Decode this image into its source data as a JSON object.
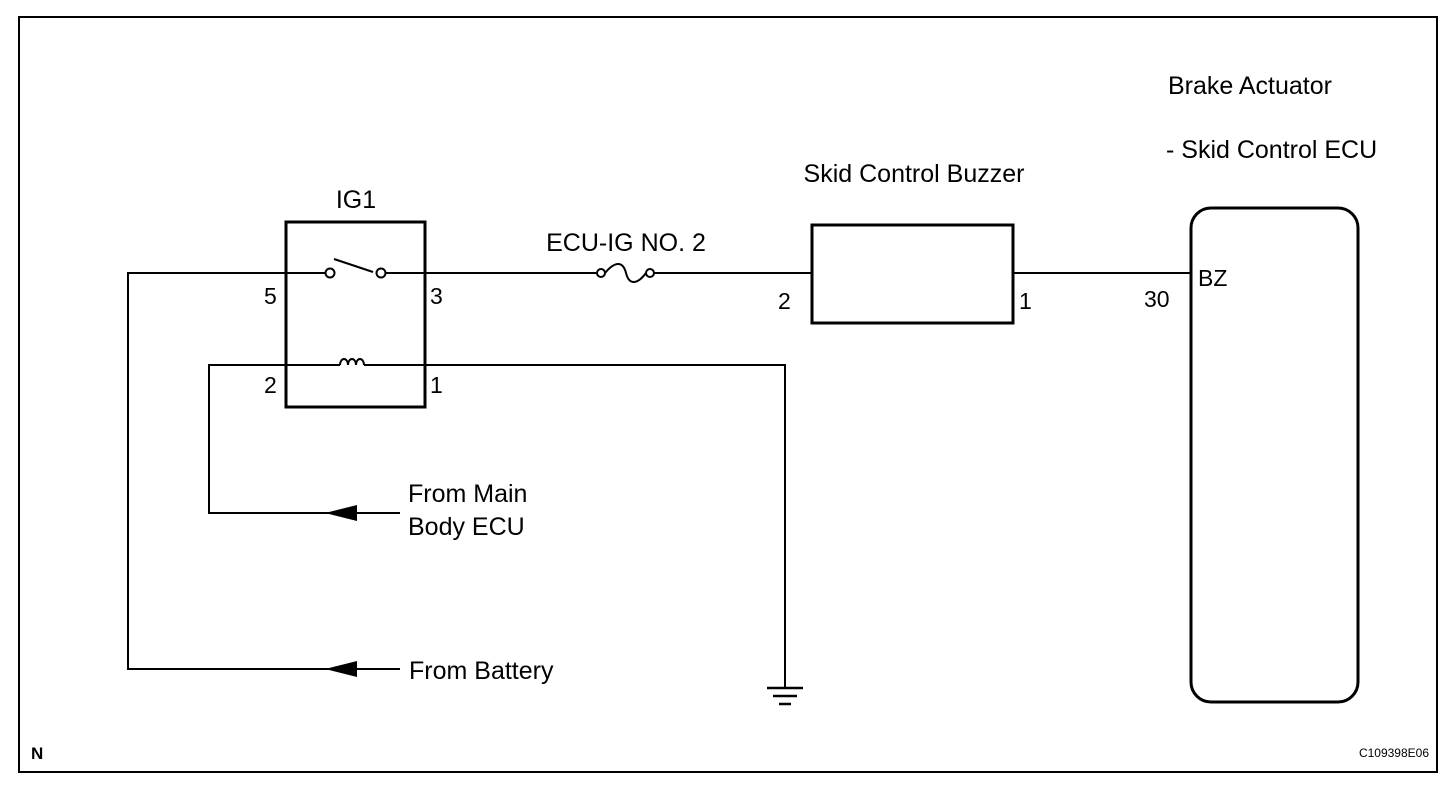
{
  "diagram": {
    "corner_letter": "N",
    "figure_code": "C109398E06",
    "relay": {
      "name": "IG1",
      "pins": {
        "p5": "5",
        "p3": "3",
        "p2": "2",
        "p1": "1"
      }
    },
    "fuse": {
      "name": "ECU-IG NO. 2"
    },
    "buzzer": {
      "name": "Skid Control Buzzer",
      "pins": {
        "p2": "2",
        "p1": "1"
      }
    },
    "ecu": {
      "name_line1": "Brake Actuator",
      "name_line2": "- Skid Control ECU",
      "pin_number": "30",
      "pin_name": "BZ"
    },
    "sources": {
      "main_body_line1": "From Main",
      "main_body_line2": "Body ECU",
      "battery": "From Battery"
    }
  }
}
